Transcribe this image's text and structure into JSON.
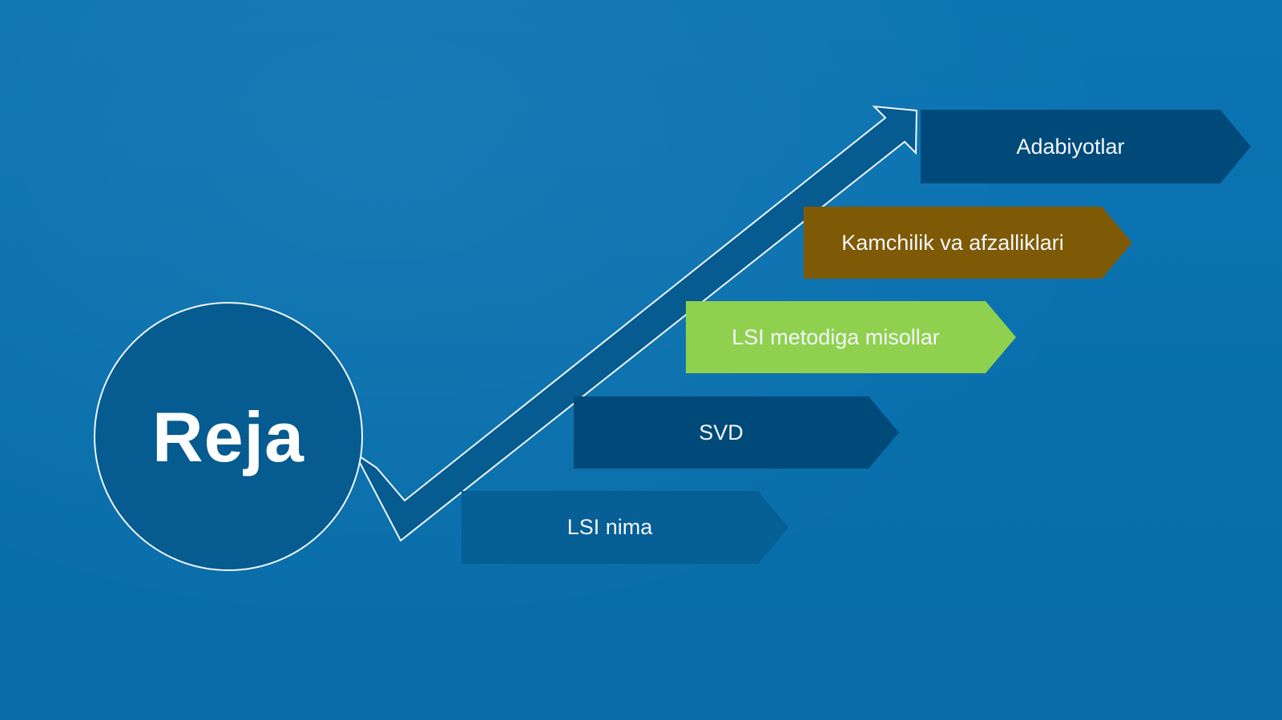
{
  "colors": {
    "background": "#0a72b0",
    "arrow_fill": "#065b90",
    "outline": "#eef6fb",
    "circle_fill": "#065b90",
    "step_dark": "#004a7a",
    "step_medium": "#065f95",
    "step_green": "#8fd14f",
    "step_brown": "#7f5a06",
    "text": "#f3f7fb"
  },
  "title": "Reja",
  "steps": [
    {
      "label": "LSI nima",
      "fill": "#065f95"
    },
    {
      "label": "SVD",
      "fill": "#004a7a"
    },
    {
      "label": "LSI metodiga misollar",
      "fill": "#8fd14f"
    },
    {
      "label": "Kamchilik va afzalliklari",
      "fill": "#7f5a06"
    },
    {
      "label": "Adabiyotlar",
      "fill": "#004a7a"
    }
  ],
  "icons": {
    "arrow": "upward-arrow-icon"
  }
}
